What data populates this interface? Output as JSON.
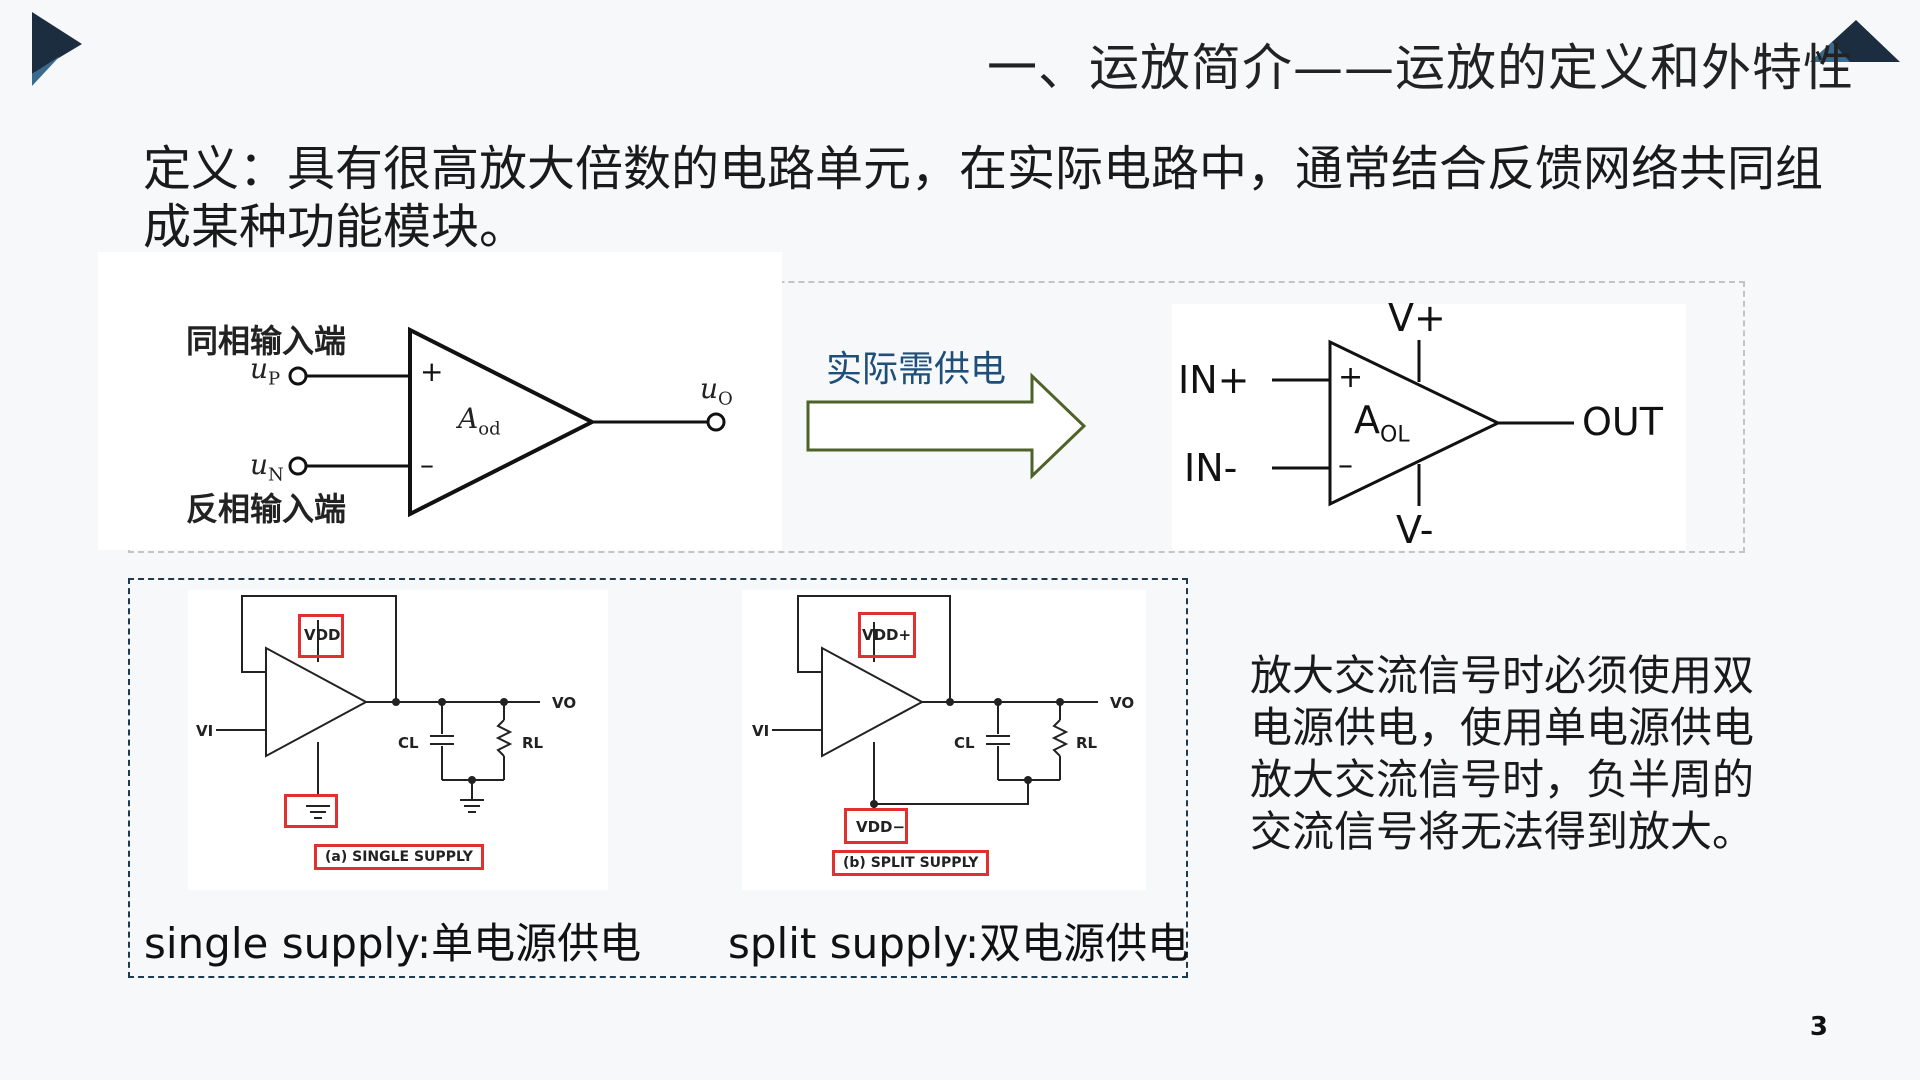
{
  "header": {
    "title": "一、运放简介——运放的定义和外特性"
  },
  "definition": {
    "text": "定义：具有很高放大倍数的电路单元，在实际电路中，通常结合反馈网络共同组成某种功能模块。"
  },
  "opamp_symbol": {
    "noninverting_label": "同相输入端",
    "inverting_label": "反相输入端",
    "up": "u",
    "up_sub": "P",
    "un": "u",
    "un_sub": "N",
    "uo": "u",
    "uo_sub": "O",
    "gain": "A",
    "gain_sub": "od",
    "plus": "+",
    "minus": "–"
  },
  "arrow": {
    "label": "实际需供电"
  },
  "practical_opamp": {
    "vplus": "V+",
    "vminus": "V-",
    "in_plus": "IN+",
    "in_minus": "IN-",
    "out": "OUT",
    "gain": "A",
    "gain_sub": "OL",
    "plus": "+",
    "minus": "–"
  },
  "single_supply": {
    "vdd": "VDD",
    "vi": "VI",
    "vo": "VO",
    "cl": "CL",
    "rl": "RL",
    "caption": "(a) SINGLE SUPPLY",
    "label": "single supply:单电源供电"
  },
  "split_supply": {
    "vdd_plus": "VDD+",
    "vdd_minus": "VDD−",
    "vi": "VI",
    "vo": "VO",
    "cl": "CL",
    "rl": "RL",
    "caption": "(b) SPLIT SUPPLY",
    "label": "split supply:双电源供电"
  },
  "side_note": {
    "text": "放大交流信号时必须使用双电源供电，使用单电源供电放大交流信号时，负半周的交流信号将无法得到放大。"
  },
  "footer": {
    "page_number": "3"
  },
  "colors": {
    "accent_dark": "#1b2d3f",
    "arrow_green": "#4f6228",
    "label_blue": "#1f4e79",
    "highlight_red": "#e03030"
  }
}
